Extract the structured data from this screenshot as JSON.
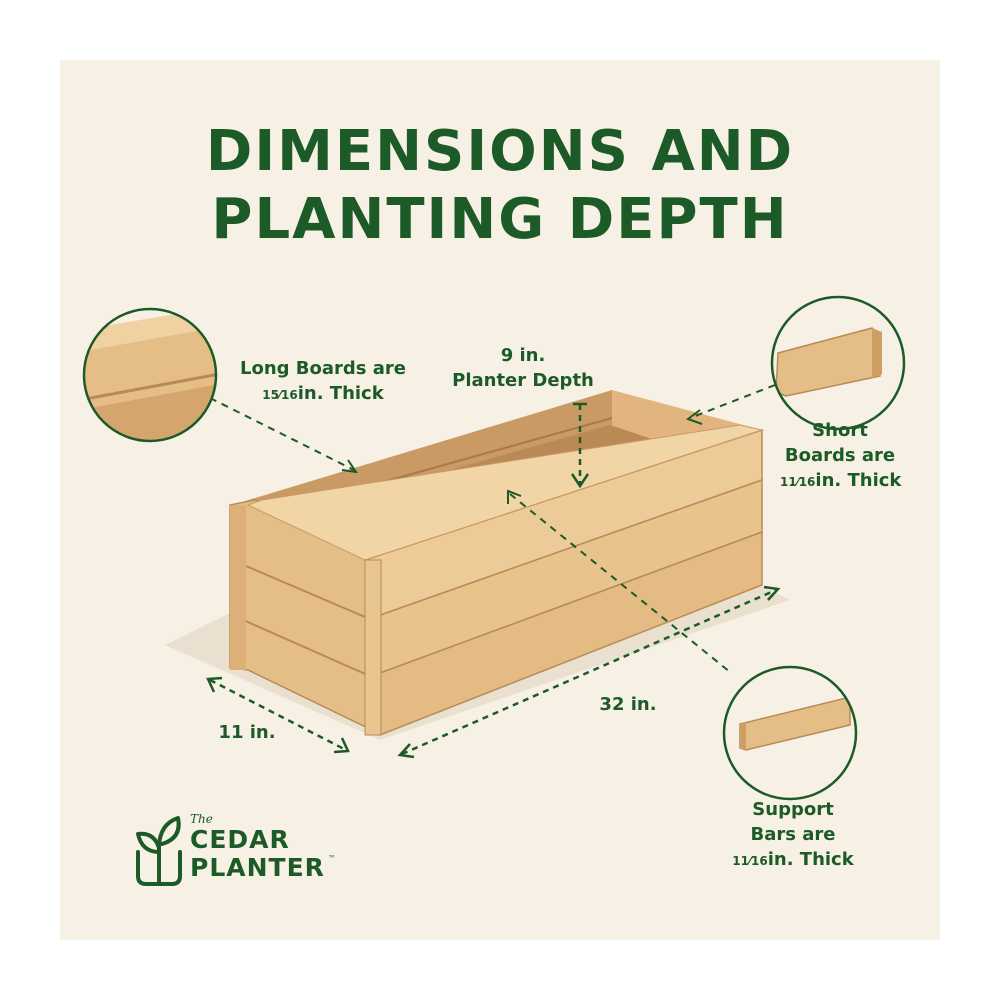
{
  "title": {
    "line1": "DIMENSIONS AND",
    "line2": "PLANTING DEPTH"
  },
  "callouts": {
    "long_boards": {
      "line1": "Long Boards are",
      "line2_frac": "15⁄16",
      "line2_rest": "in. Thick"
    },
    "depth": {
      "line1": "9 in.",
      "line2": "Planter Depth"
    },
    "short_boards": {
      "line1": "Short",
      "line2": "Boards are",
      "line3_frac": "11⁄16",
      "line3_rest": "in. Thick"
    },
    "support_bars": {
      "line1": "Support",
      "line2": "Bars are",
      "line3_frac": "11⁄16",
      "line3_rest": "in. Thick"
    }
  },
  "dimensions": {
    "width": "11 in.",
    "length": "32 in."
  },
  "logo": {
    "prefix": "The",
    "word1": "CEDAR",
    "word2": "PLANTER",
    "trademark": "™"
  },
  "colors": {
    "brand_green": "#1c5a27",
    "background": "#f7f1e5",
    "wood_light": "#ecc995",
    "wood_mid": "#dfb37c",
    "wood_dark": "#c99a63"
  },
  "icons": {
    "logo": "seedling-icon"
  }
}
